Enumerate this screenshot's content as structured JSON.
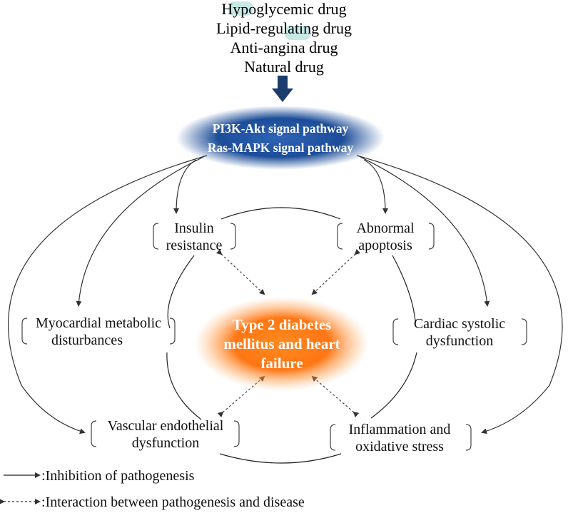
{
  "drugs": [
    "Hypoglycemic drug",
    "Lipid-regulating drug",
    "Anti-angina drug",
    "Natural drug"
  ],
  "pathway": {
    "line1": "PI3K-Akt signal pathway",
    "line2": "Ras-MAPK signal pathway",
    "color": "#1f4f9a"
  },
  "disease": {
    "line1": "Type 2 diabetes",
    "line2": "mellitus and heart",
    "line3": "failure",
    "color": "#ff7a12"
  },
  "nodes": {
    "insulin": [
      "Insulin",
      "resistance"
    ],
    "apoptosis": [
      "Abnormal",
      "apoptosis"
    ],
    "myocardial": [
      "Myocardial metabolic",
      "disturbances"
    ],
    "cardiac": [
      "Cardiac systolic",
      "dysfunction"
    ],
    "vascular": [
      "Vascular endothelial",
      "dysfunction"
    ],
    "inflammation": [
      "Inflammation and",
      "oxidative stress"
    ]
  },
  "legend": {
    "solid": ":Inhibition of pathogenesis",
    "dashed": ":Interaction between pathogenesis and disease"
  }
}
